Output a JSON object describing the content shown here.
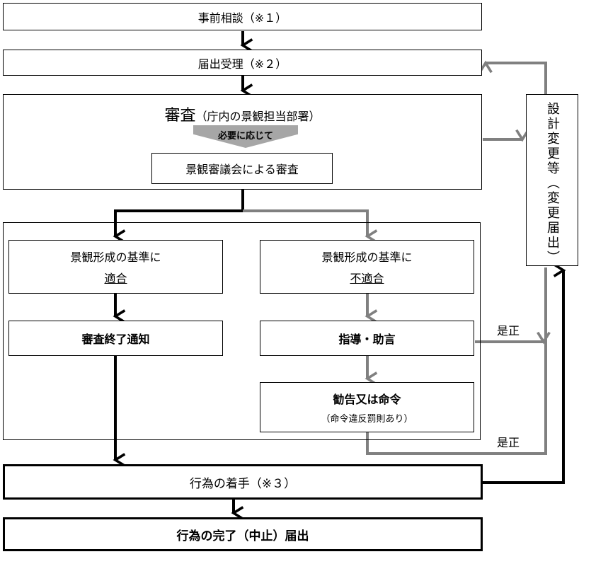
{
  "steps": {
    "consult": "事前相談（※１）",
    "submit": "届出受理（※２）",
    "review_title": "審査",
    "review_sub": "（庁内の景観担当部署）",
    "as_needed": "必要に応じて",
    "council": "景観審議会による審査",
    "conform_line1": "景観形成の基準に",
    "conform_line2": "適合",
    "nonconform_line1": "景観形成の基準に",
    "nonconform_line2": "不適合",
    "end_notice": "審査終了通知",
    "guidance": "指導・助言",
    "recommend": "勧告又は命令",
    "recommend_note": "（命令違反罰則あり）",
    "start": "行為の着手（※３）",
    "complete": "行為の完了（中止）届出",
    "design_change": "設計変更等（変更届出）",
    "correction1": "是正",
    "correction2": "是正"
  },
  "colors": {
    "black": "#000000",
    "gray": "#808080",
    "gray_arrow": "#a6a6a6"
  }
}
